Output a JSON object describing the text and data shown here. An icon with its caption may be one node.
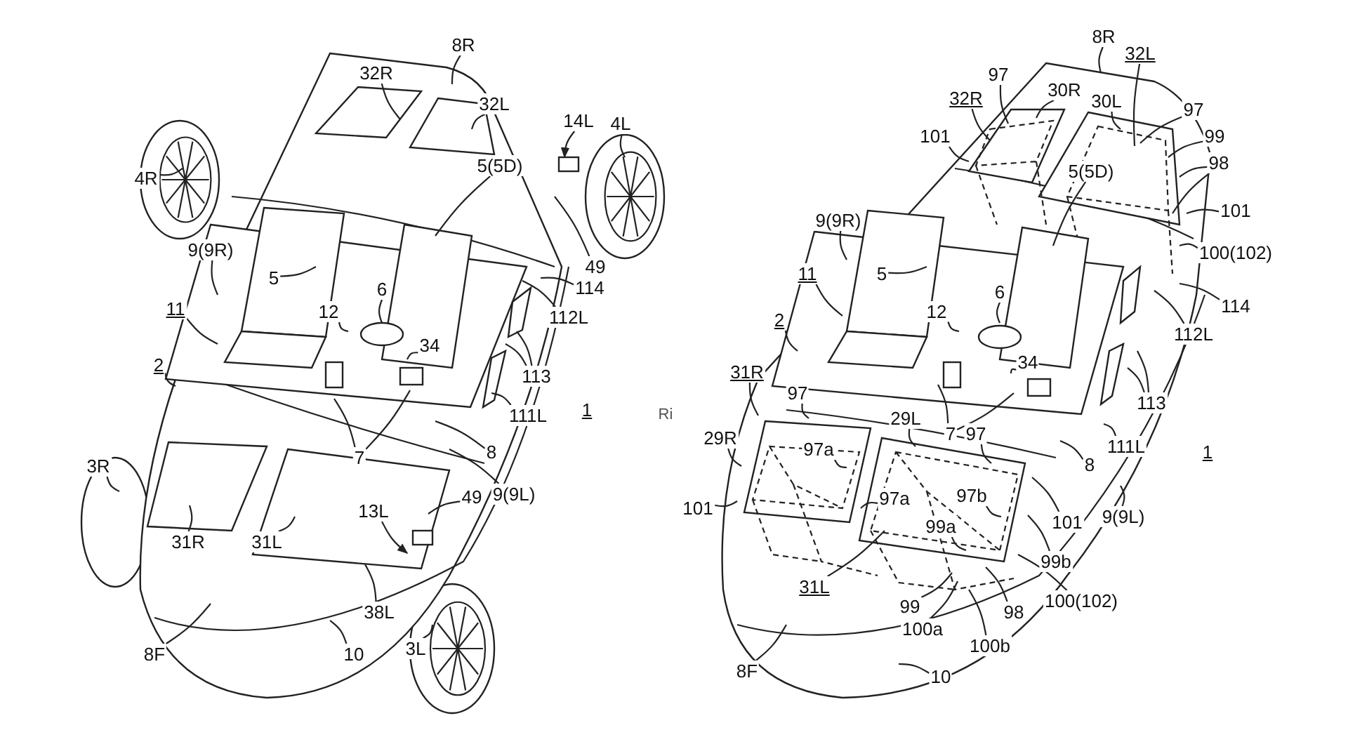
{
  "diagram": {
    "nodes": [
      {
        "text": [
          "8R"
        ]
      },
      {
        "text": [
          "32R"
        ]
      },
      {
        "text": [
          "32L"
        ]
      },
      {
        "text": [
          "14L"
        ]
      },
      {
        "text": [
          "4L"
        ]
      },
      {
        "text": [
          "4R"
        ]
      },
      {
        "text": [
          "5(5D)"
        ]
      },
      {
        "text": [
          "9(9R)"
        ]
      },
      {
        "text": [
          "5"
        ]
      },
      {
        "text": [
          "49"
        ]
      },
      {
        "text": [
          "114"
        ]
      },
      {
        "text": [
          "6"
        ]
      },
      {
        "text": [
          "11"
        ]
      },
      {
        "text": [
          "112L"
        ]
      },
      {
        "text": [
          "12"
        ]
      },
      {
        "text": [
          "34"
        ]
      },
      {
        "text": [
          "2"
        ]
      },
      {
        "text": [
          "113"
        ]
      },
      {
        "text": [
          "111L"
        ]
      },
      {
        "text": [
          "8"
        ]
      },
      {
        "text": [
          "7"
        ]
      },
      {
        "text": [
          "3R"
        ]
      },
      {
        "text": [
          "9(9L)"
        ]
      },
      {
        "text": [
          "49"
        ]
      },
      {
        "text": [
          "13L"
        ]
      },
      {
        "text": [
          "31R"
        ]
      },
      {
        "text": [
          "31L"
        ]
      },
      {
        "text": [
          "38L"
        ]
      },
      {
        "text": [
          "8F"
        ]
      },
      {
        "text": [
          "10"
        ]
      },
      {
        "text": [
          "3L"
        ]
      },
      {
        "text": [
          "8R"
        ]
      },
      {
        "text": [
          "32L"
        ]
      },
      {
        "text": [
          "97"
        ]
      },
      {
        "text": [
          "32R"
        ]
      },
      {
        "text": [
          "30R"
        ]
      },
      {
        "text": [
          "30L"
        ]
      },
      {
        "text": [
          "97"
        ]
      },
      {
        "text": [
          "99"
        ]
      },
      {
        "text": [
          "101"
        ]
      },
      {
        "text": [
          "98"
        ]
      },
      {
        "text": [
          "9(9R)"
        ]
      },
      {
        "text": [
          "5(5D)"
        ]
      },
      {
        "text": [
          "101"
        ]
      },
      {
        "text": [
          "11"
        ]
      },
      {
        "text": [
          "5"
        ]
      },
      {
        "text": [
          "100(102)"
        ]
      },
      {
        "text": [
          "6"
        ]
      },
      {
        "text": [
          "114"
        ]
      },
      {
        "text": [
          "112L"
        ]
      },
      {
        "text": [
          "12"
        ]
      },
      {
        "text": [
          "2"
        ]
      },
      {
        "text": [
          "34"
        ]
      },
      {
        "text": [
          "31R"
        ]
      },
      {
        "text": [
          "113"
        ]
      },
      {
        "text": [
          "97"
        ]
      },
      {
        "text": [
          "29L"
        ]
      },
      {
        "text": [
          "7"
        ]
      },
      {
        "text": [
          "97"
        ]
      },
      {
        "text": [
          "111L"
        ]
      },
      {
        "text": [
          "29R"
        ]
      },
      {
        "text": [
          "97a"
        ]
      },
      {
        "text": [
          "8"
        ]
      },
      {
        "text": [
          "101"
        ]
      },
      {
        "text": [
          "97a"
        ]
      },
      {
        "text": [
          "97b"
        ]
      },
      {
        "text": [
          "101"
        ]
      },
      {
        "text": [
          "9(9L)"
        ]
      },
      {
        "text": [
          "99a"
        ]
      },
      {
        "text": [
          "99b"
        ]
      },
      {
        "text": [
          "31L"
        ]
      },
      {
        "text": [
          "99"
        ]
      },
      {
        "text": [
          "100(102)"
        ]
      },
      {
        "text": [
          "98"
        ]
      },
      {
        "text": [
          "100a"
        ]
      },
      {
        "text": [
          "100b"
        ]
      },
      {
        "text": [
          "8F"
        ]
      },
      {
        "text": [
          "10"
        ]
      }
    ],
    "edges": [
      {
        "from": 0,
        "to": null,
        "arrow": "none"
      },
      {
        "from": 1,
        "to": null,
        "arrow": "none"
      },
      {
        "from": 2,
        "to": null,
        "arrow": "none"
      },
      {
        "from": 3,
        "to": null,
        "arrow": "to"
      },
      {
        "from": 4,
        "to": null,
        "arrow": "none"
      },
      {
        "from": 5,
        "to": null,
        "arrow": "none"
      },
      {
        "from": 6,
        "to": null,
        "arrow": "none"
      },
      {
        "from": 7,
        "to": null,
        "arrow": "none"
      },
      {
        "from": 8,
        "to": null,
        "arrow": "none"
      },
      {
        "from": 9,
        "to": null,
        "arrow": "none"
      },
      {
        "from": 10,
        "to": null,
        "arrow": "none"
      },
      {
        "from": 11,
        "to": null,
        "arrow": "none"
      },
      {
        "from": 12,
        "to": null,
        "arrow": "none"
      },
      {
        "from": 13,
        "to": null,
        "arrow": "none"
      },
      {
        "from": 14,
        "to": null,
        "arrow": "none"
      },
      {
        "from": 15,
        "to": null,
        "arrow": "none"
      },
      {
        "from": 16,
        "to": null,
        "arrow": "none"
      },
      {
        "from": 17,
        "to": null,
        "arrow": "none"
      },
      {
        "from": 17,
        "to": null,
        "arrow": "none"
      },
      {
        "from": 18,
        "to": null,
        "arrow": "none"
      },
      {
        "from": 19,
        "to": null,
        "arrow": "none"
      },
      {
        "from": 20,
        "to": null,
        "arrow": "none"
      },
      {
        "from": 20,
        "to": null,
        "arrow": "none"
      },
      {
        "from": 21,
        "to": null,
        "arrow": "none"
      },
      {
        "from": 22,
        "to": null,
        "arrow": "none"
      },
      {
        "from": 23,
        "to": null,
        "arrow": "none"
      },
      {
        "from": 24,
        "to": null,
        "arrow": "to"
      },
      {
        "from": 25,
        "to": null,
        "arrow": "none"
      },
      {
        "from": 26,
        "to": null,
        "arrow": "none"
      },
      {
        "from": 27,
        "to": null,
        "arrow": "none"
      },
      {
        "from": 28,
        "to": null,
        "arrow": "none"
      },
      {
        "from": 29,
        "to": null,
        "arrow": "none"
      },
      {
        "from": 30,
        "to": null,
        "arrow": "none"
      },
      {
        "from": 31,
        "to": null,
        "arrow": "none"
      },
      {
        "from": 32,
        "to": null,
        "arrow": "none"
      },
      {
        "from": 33,
        "to": null,
        "arrow": "none"
      },
      {
        "from": 34,
        "to": null,
        "arrow": "none"
      },
      {
        "from": 35,
        "to": null,
        "arrow": "none"
      },
      {
        "from": 36,
        "to": null,
        "arrow": "none"
      },
      {
        "from": 37,
        "to": null,
        "arrow": "none"
      },
      {
        "from": 38,
        "to": null,
        "arrow": "none"
      },
      {
        "from": 39,
        "to": null,
        "arrow": "none"
      },
      {
        "from": 40,
        "to": null,
        "arrow": "none"
      },
      {
        "from": 40,
        "to": null,
        "arrow": "none"
      },
      {
        "from": 41,
        "to": null,
        "arrow": "none"
      },
      {
        "from": 42,
        "to": null,
        "arrow": "none"
      },
      {
        "from": 43,
        "to": null,
        "arrow": "none"
      },
      {
        "from": 44,
        "to": null,
        "arrow": "none"
      },
      {
        "from": 45,
        "to": null,
        "arrow": "none"
      },
      {
        "from": 46,
        "to": null,
        "arrow": "none"
      },
      {
        "from": 47,
        "to": null,
        "arrow": "none"
      },
      {
        "from": 48,
        "to": null,
        "arrow": "none"
      },
      {
        "from": 49,
        "to": null,
        "arrow": "none"
      },
      {
        "from": 50,
        "to": null,
        "arrow": "none"
      },
      {
        "from": 51,
        "to": null,
        "arrow": "none"
      },
      {
        "from": 52,
        "to": null,
        "arrow": "none"
      },
      {
        "from": 53,
        "to": null,
        "arrow": "none"
      },
      {
        "from": 54,
        "to": null,
        "arrow": "none"
      },
      {
        "from": 54,
        "to": null,
        "arrow": "none"
      },
      {
        "from": 55,
        "to": null,
        "arrow": "none"
      },
      {
        "from": 56,
        "to": null,
        "arrow": "none"
      },
      {
        "from": 57,
        "to": null,
        "arrow": "none"
      },
      {
        "from": 57,
        "to": null,
        "arrow": "none"
      },
      {
        "from": 58,
        "to": null,
        "arrow": "none"
      },
      {
        "from": 59,
        "to": null,
        "arrow": "none"
      },
      {
        "from": 60,
        "to": null,
        "arrow": "none"
      },
      {
        "from": 61,
        "to": null,
        "arrow": "none"
      },
      {
        "from": 62,
        "to": null,
        "arrow": "none"
      },
      {
        "from": 63,
        "to": null,
        "arrow": "none"
      },
      {
        "from": 64,
        "to": null,
        "arrow": "none"
      },
      {
        "from": 65,
        "to": null,
        "arrow": "none"
      },
      {
        "from": 66,
        "to": null,
        "arrow": "none"
      },
      {
        "from": 67,
        "to": null,
        "arrow": "none"
      },
      {
        "from": 68,
        "to": null,
        "arrow": "none"
      },
      {
        "from": 69,
        "to": null,
        "arrow": "none"
      },
      {
        "from": 70,
        "to": null,
        "arrow": "none"
      },
      {
        "from": 71,
        "to": null,
        "arrow": "none"
      },
      {
        "from": 72,
        "to": null,
        "arrow": "none"
      },
      {
        "from": 73,
        "to": null,
        "arrow": "none"
      },
      {
        "from": 74,
        "to": null,
        "arrow": "none"
      },
      {
        "from": 75,
        "to": null,
        "arrow": "none"
      },
      {
        "from": 76,
        "to": null,
        "arrow": "none"
      },
      {
        "from": 77,
        "to": null,
        "arrow": "none"
      }
    ],
    "labels": [
      "1",
      "Ri",
      "1"
    ]
  }
}
